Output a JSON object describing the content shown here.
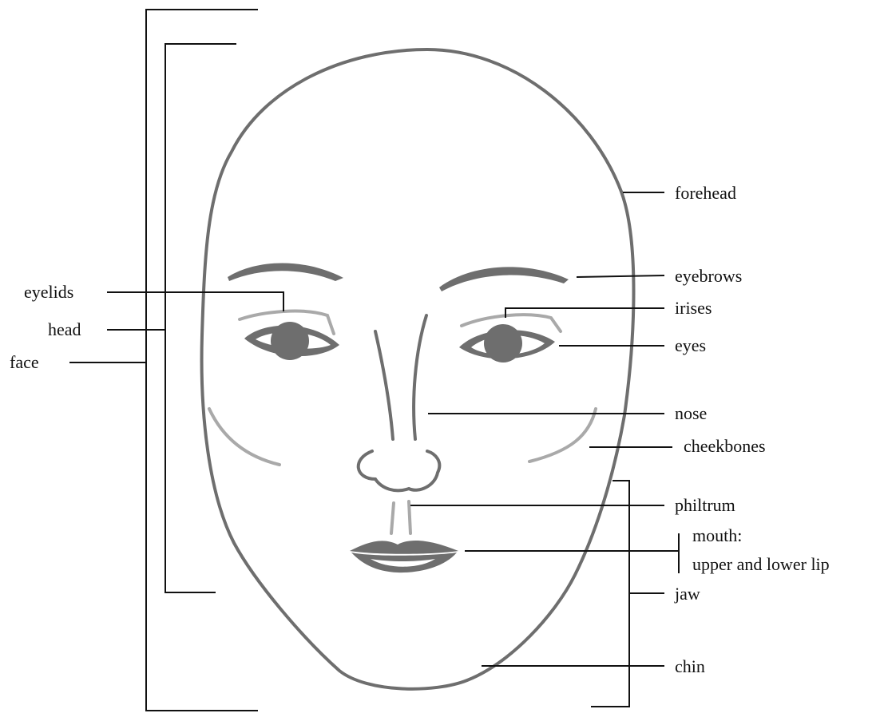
{
  "labels": {
    "forehead": "forehead",
    "eyebrows": "eyebrows",
    "irises": "irises",
    "eyes": "eyes",
    "nose": "nose",
    "cheekbones": "cheekbones",
    "philtrum": "philtrum",
    "mouth": "mouth:",
    "lips": "upper and lower lip",
    "jaw": "jaw",
    "chin": "chin",
    "eyelids": "eyelids",
    "head": "head",
    "face": "face"
  },
  "colors": {
    "outline": "#6e6e6e",
    "highlight": "#a9a9a9",
    "leader_lines": "#111111"
  }
}
